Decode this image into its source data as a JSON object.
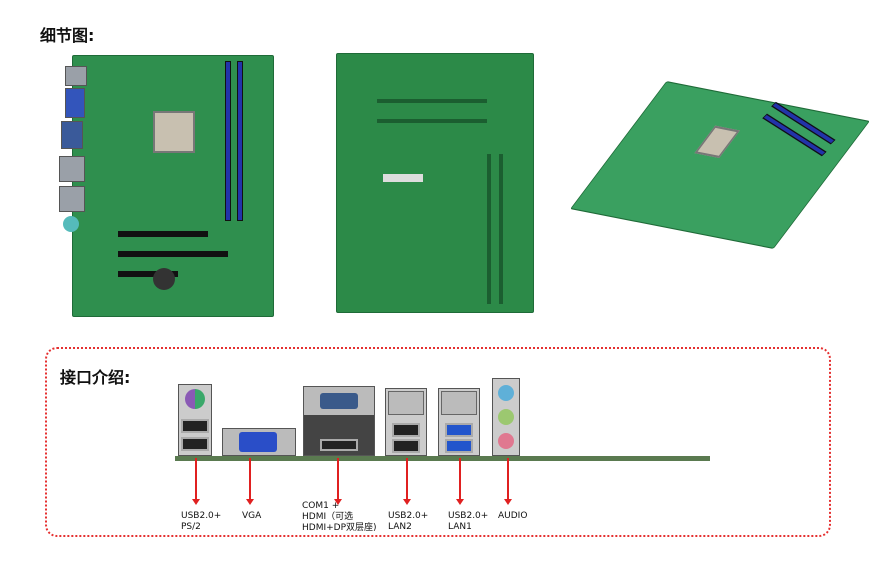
{
  "sections": {
    "detail_title": "细节图:",
    "interface_title": "接口介绍:"
  },
  "interfaces": [
    {
      "label1": "USB2.0+",
      "label2": "PS/2"
    },
    {
      "label1": "VGA",
      "label2": ""
    },
    {
      "label1": "COM1 +",
      "label2": "HDMI（可选",
      "label3": "HDMI+DP双层座)"
    },
    {
      "label1": "USB2.0+",
      "label2": "LAN2"
    },
    {
      "label1": "USB2.0+",
      "label2": "LAN1"
    },
    {
      "label1": "AUDIO",
      "label2": ""
    }
  ],
  "colors": {
    "pcb_green": "#2f8f4e",
    "frame_red": "#e53030",
    "arrow_red": "#e02020"
  }
}
